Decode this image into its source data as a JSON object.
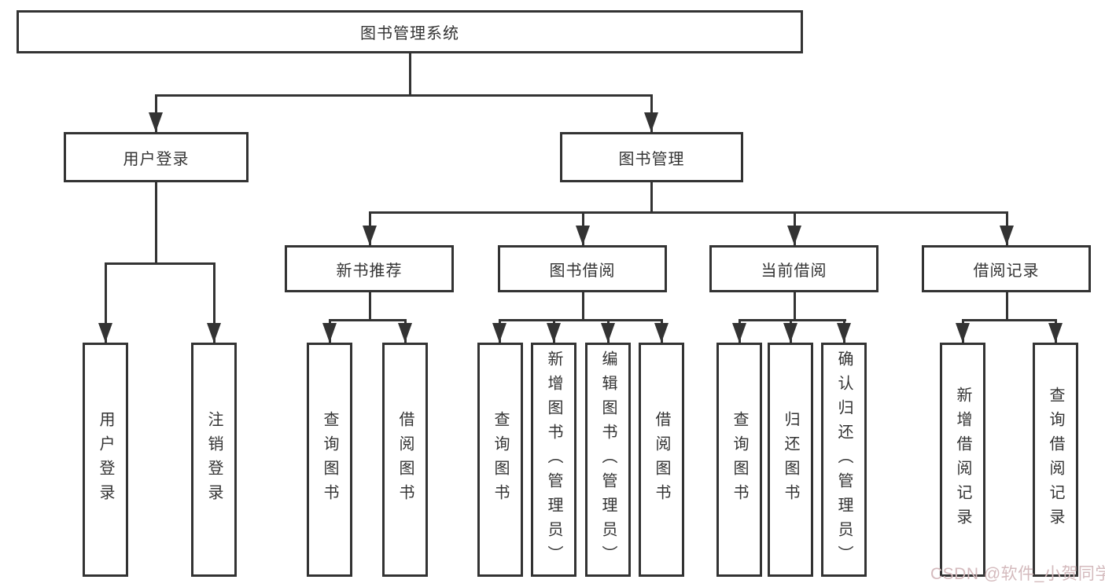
{
  "tree": {
    "root": {
      "label": "图书管理系统"
    },
    "children": [
      {
        "label": "用户登录",
        "children": [
          {
            "label": "用户登录"
          },
          {
            "label": "注销登录"
          }
        ]
      },
      {
        "label": "图书管理",
        "children": [
          {
            "label": "新书推荐",
            "children": [
              {
                "label": "查询图书"
              },
              {
                "label": "借阅图书"
              }
            ]
          },
          {
            "label": "图书借阅",
            "children": [
              {
                "label": "查询图书"
              },
              {
                "label": "新增图书（管理员）"
              },
              {
                "label": "编辑图书（管理员）"
              },
              {
                "label": "借阅图书"
              }
            ]
          },
          {
            "label": "当前借阅",
            "children": [
              {
                "label": "查询图书"
              },
              {
                "label": "归还图书"
              },
              {
                "label": "确认归还（管理员）"
              }
            ]
          },
          {
            "label": "借阅记录",
            "children": [
              {
                "label": "新增借阅记录"
              },
              {
                "label": "查询借阅记录"
              }
            ]
          }
        ]
      }
    ]
  },
  "watermark": {
    "text": "CSDN @软件_小贺同学"
  },
  "colors": {
    "line": "#333333",
    "text": "#333333",
    "box_background": "#ffffff",
    "watermark": "#d4babd",
    "page_background": "#ffffff"
  }
}
